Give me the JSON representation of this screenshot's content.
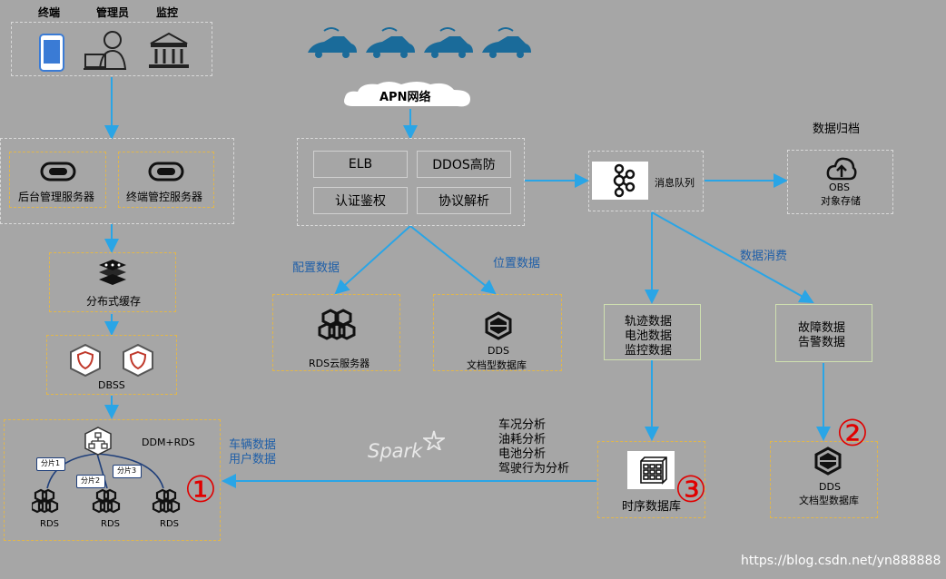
{
  "top_left": {
    "terminal": "终端",
    "admin": "管理员",
    "monitor": "监控"
  },
  "apn": "APN网络",
  "gateway": {
    "elb": "ELB",
    "ddos": "DDOS高防",
    "auth": "认证鉴权",
    "protocol": "协议解析"
  },
  "servers": {
    "backend": "后台管理服务器",
    "terminal_ctrl": "终端管控服务器"
  },
  "cache": "分布式缓存",
  "dbss": "DBSS",
  "ddm": {
    "title": "DDM+RDS",
    "shards": [
      "分片1",
      "分片2",
      "分片3"
    ],
    "rds": [
      "RDS",
      "RDS",
      "RDS"
    ]
  },
  "flows": {
    "config_data": "配置数据",
    "location_data": "位置数据",
    "data_consume": "数据消费",
    "vehicle_user": [
      "车辆数据",
      "用户数据"
    ]
  },
  "rds_cloud": "RDS云服务器",
  "dds_mid": {
    "name": "DDS",
    "desc": "文档型数据库"
  },
  "mq": "消息队列",
  "archive": {
    "title": "数据归档",
    "obs": "OBS",
    "obs_desc": "对象存储"
  },
  "track_box": [
    "轨迹数据",
    "电池数据",
    "监控数据"
  ],
  "fault_box": [
    "故障数据",
    "告警数据"
  ],
  "analysis": [
    "车况分析",
    "油耗分析",
    "电池分析",
    "驾驶行为分析"
  ],
  "spark": "Spark",
  "tsdb": "时序数据库",
  "dds_right": {
    "name": "DDS",
    "desc": "文档型数据库"
  },
  "markers": [
    "①",
    "②",
    "③"
  ],
  "watermark": "https://blog.csdn.net/yn888888",
  "colors": {
    "arrow": "#2aa5e6",
    "dashed_yellow": "#e0b64c",
    "blue_text": "#1f5fa8",
    "marker_red": "#e00000"
  }
}
